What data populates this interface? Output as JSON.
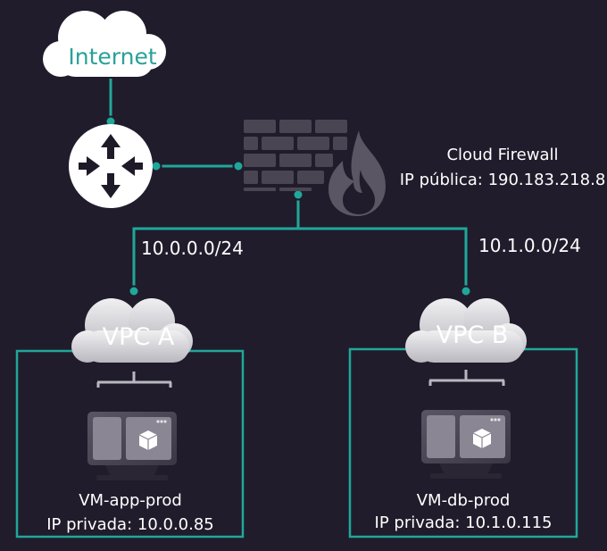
{
  "internet": {
    "label": "Internet",
    "label_color": "#2aa198"
  },
  "firewall": {
    "title": "Cloud Firewall",
    "public_ip": "IP pública: 190.183.218.8"
  },
  "subnets": {
    "a": "10.0.0.0/24",
    "b": "10.1.0.0/24"
  },
  "vpcs": [
    {
      "label": "VPC A",
      "vm_name": "VM-app-prod",
      "vm_ip": "IP privada: 10.0.0.85"
    },
    {
      "label": "VPC B",
      "vm_name": "VM-db-prod",
      "vm_ip": "IP privada: 10.1.0.115"
    }
  ],
  "colors": {
    "background": "#201c2b",
    "line": "#20a79a",
    "cloud": "#ffffff",
    "vpc_cloud": "#d9d9dc",
    "brick": "#4a4553",
    "flame": "#5b5664"
  },
  "icons": [
    "cloud-icon",
    "router-icon",
    "firewall-brick-icon",
    "flame-icon",
    "server-monitor-icon"
  ]
}
